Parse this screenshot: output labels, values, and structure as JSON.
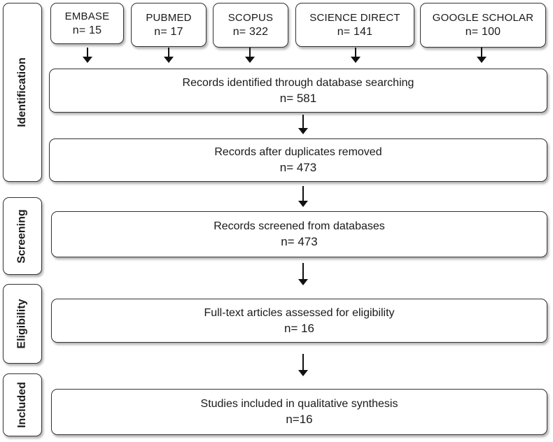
{
  "sources": [
    {
      "name": "EMBASE",
      "n": "n= 15"
    },
    {
      "name": "PUBMED",
      "n": "n= 17"
    },
    {
      "name": "SCOPUS",
      "n": "n= 322"
    },
    {
      "name": "SCIENCE DIRECT",
      "n": "n= 141"
    },
    {
      "name": "GOOGLE SCHOLAR",
      "n": "n= 100"
    }
  ],
  "stages": {
    "identification": "Identification",
    "screening": "Screening",
    "eligibility": "Eligibility",
    "included": "Included"
  },
  "steps": {
    "identified": {
      "label": "Records identified through database searching",
      "n": "n= 581"
    },
    "deduplicated": {
      "label": "Records after duplicates removed",
      "n": "n= 473"
    },
    "screened": {
      "label": "Records screened from databases",
      "n": "n= 473"
    },
    "eligible": {
      "label": "Full-text articles assessed for eligibility",
      "n": "n= 16"
    },
    "included": {
      "label": "Studies included in qualitative synthesis",
      "n": "n=16"
    }
  }
}
